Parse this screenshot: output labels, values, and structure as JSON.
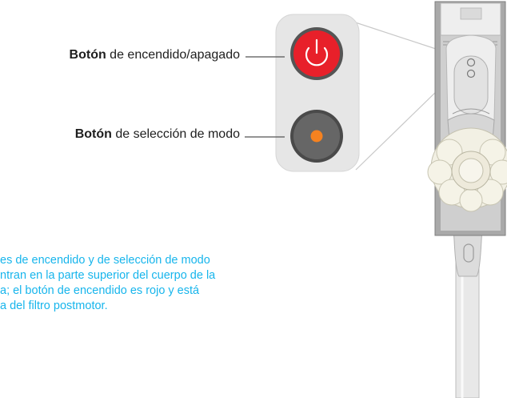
{
  "labels": {
    "power": {
      "bold": "Botón",
      "rest": " de encendido/apagado"
    },
    "mode": {
      "bold": "Botón",
      "rest": " de selección de modo"
    }
  },
  "caption": {
    "lines": [
      "es de encendido y de selección de modo",
      "ntran en la parte superior del cuerpo de la",
      "a; el botón de encendido es rojo y está",
      "a del filtro postmotor."
    ]
  },
  "colors": {
    "power_button": "#e8202a",
    "mode_button": "#666666",
    "mode_indicator": "#f58220",
    "caption_text": "#17b5ec",
    "panel": "#e6e6e6"
  },
  "icons": {
    "power": "power-icon",
    "mode_dot": "mode-dot-icon"
  }
}
